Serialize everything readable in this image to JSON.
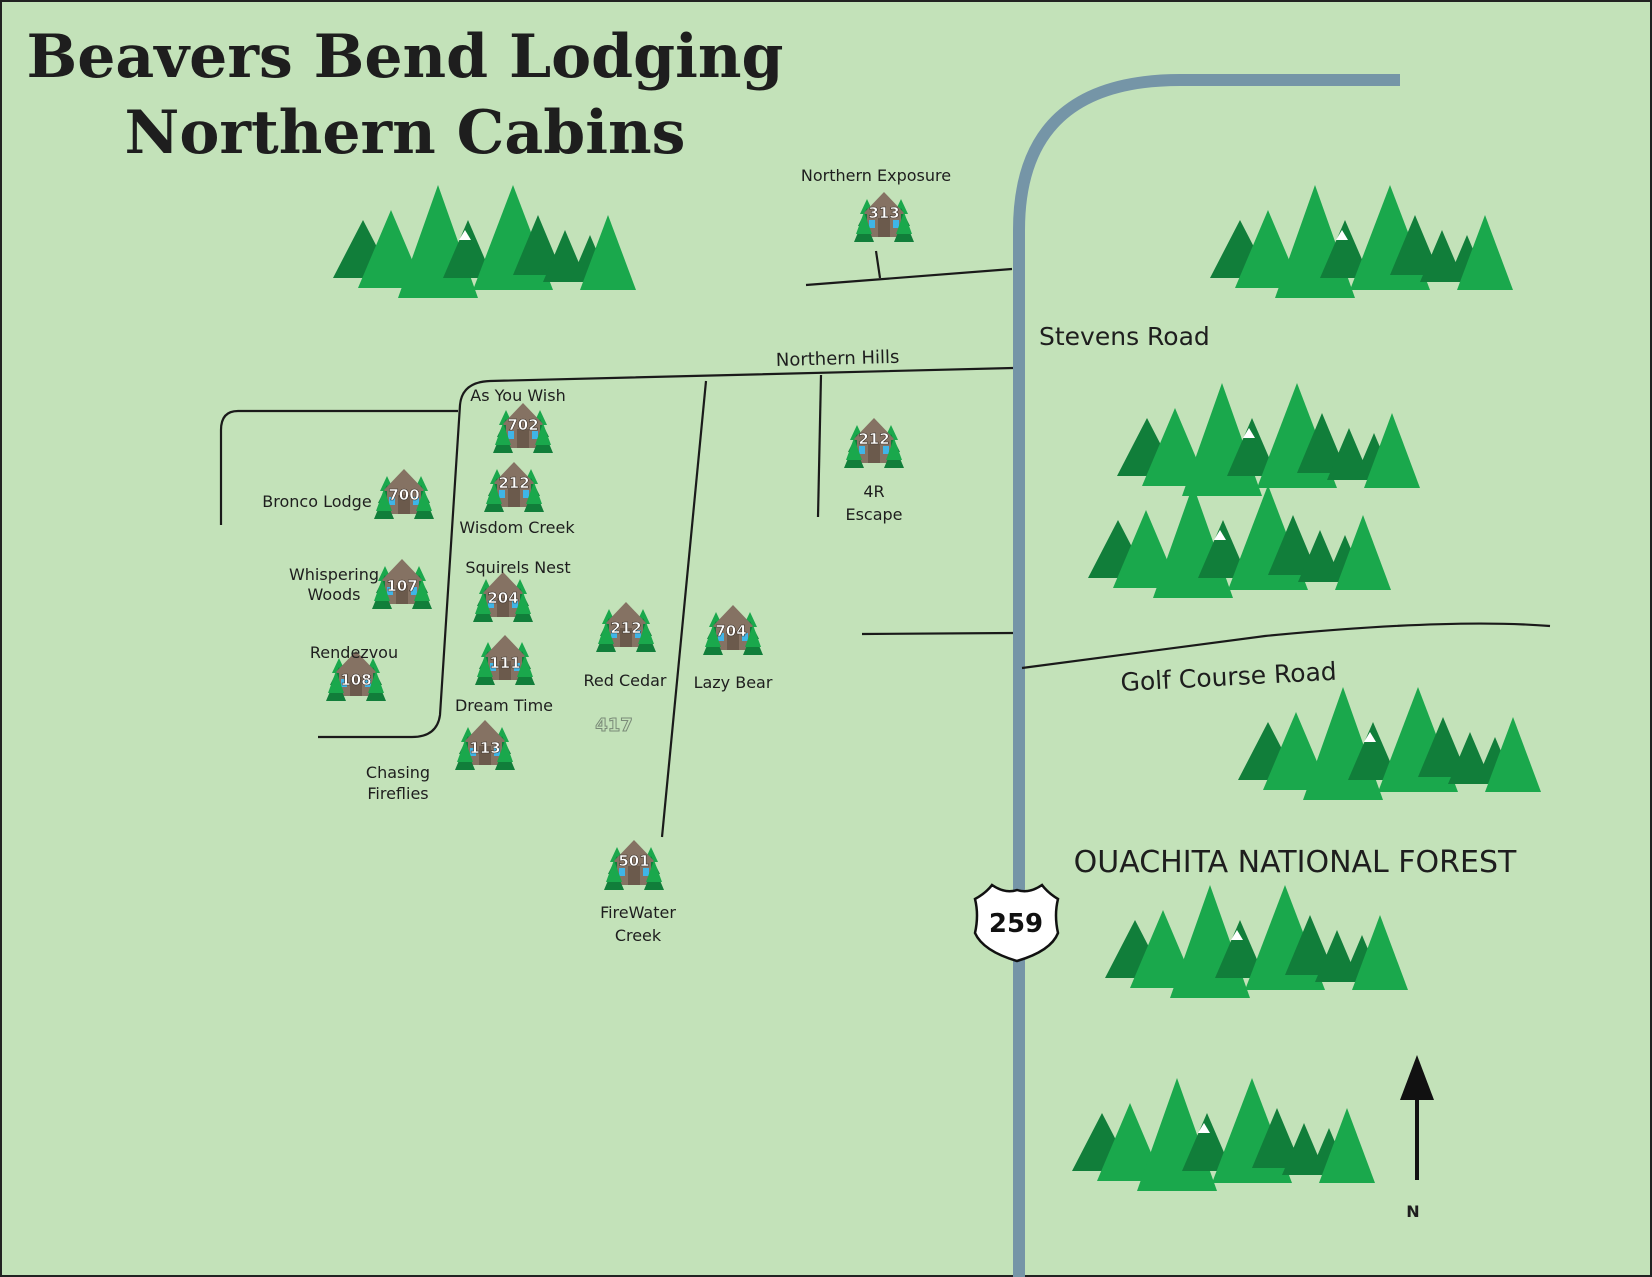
{
  "title": {
    "line1": "Beavers Bend Lodging",
    "line2": "Northern Cabins"
  },
  "colors": {
    "background": "#c3e2b9",
    "highway": "#7595a7",
    "tree_light": "#1aa84c",
    "tree_dark": "#117e3a",
    "cabin": "#857263",
    "window": "#3fb5e7"
  },
  "roads": {
    "stevens": "Stevens Road",
    "northern_hills": "Northern Hills",
    "golf_course": "Golf Course Road",
    "highway_number": "259"
  },
  "region_label": "OUACHITA NATIONAL FOREST",
  "ghost_number": "417",
  "north_label": "N",
  "cabins": [
    {
      "number": "313",
      "name": "Northern Exposure"
    },
    {
      "number": "702",
      "name": "As You Wish"
    },
    {
      "number": "212",
      "name": "Wisdom Creek"
    },
    {
      "number": "700",
      "name": "Bronco Lodge"
    },
    {
      "number": "107",
      "name": "Whispering Woods"
    },
    {
      "number": "204",
      "name": "Squirels Nest"
    },
    {
      "number": "108",
      "name": "Rendezvou"
    },
    {
      "number": "111",
      "name": "Dream Time"
    },
    {
      "number": "113",
      "name": "Chasing Fireflies"
    },
    {
      "number": "212",
      "name": "Red Cedar"
    },
    {
      "number": "704",
      "name": "Lazy Bear"
    },
    {
      "number": "212",
      "name": "4R Escape"
    },
    {
      "number": "501",
      "name": "FireWater Creek"
    }
  ],
  "icons": {
    "cabin": "cabin-icon",
    "tree_cluster": "pine-tree-cluster-icon",
    "highway_shield": "us-highway-shield-icon",
    "north_arrow": "north-arrow-icon"
  }
}
